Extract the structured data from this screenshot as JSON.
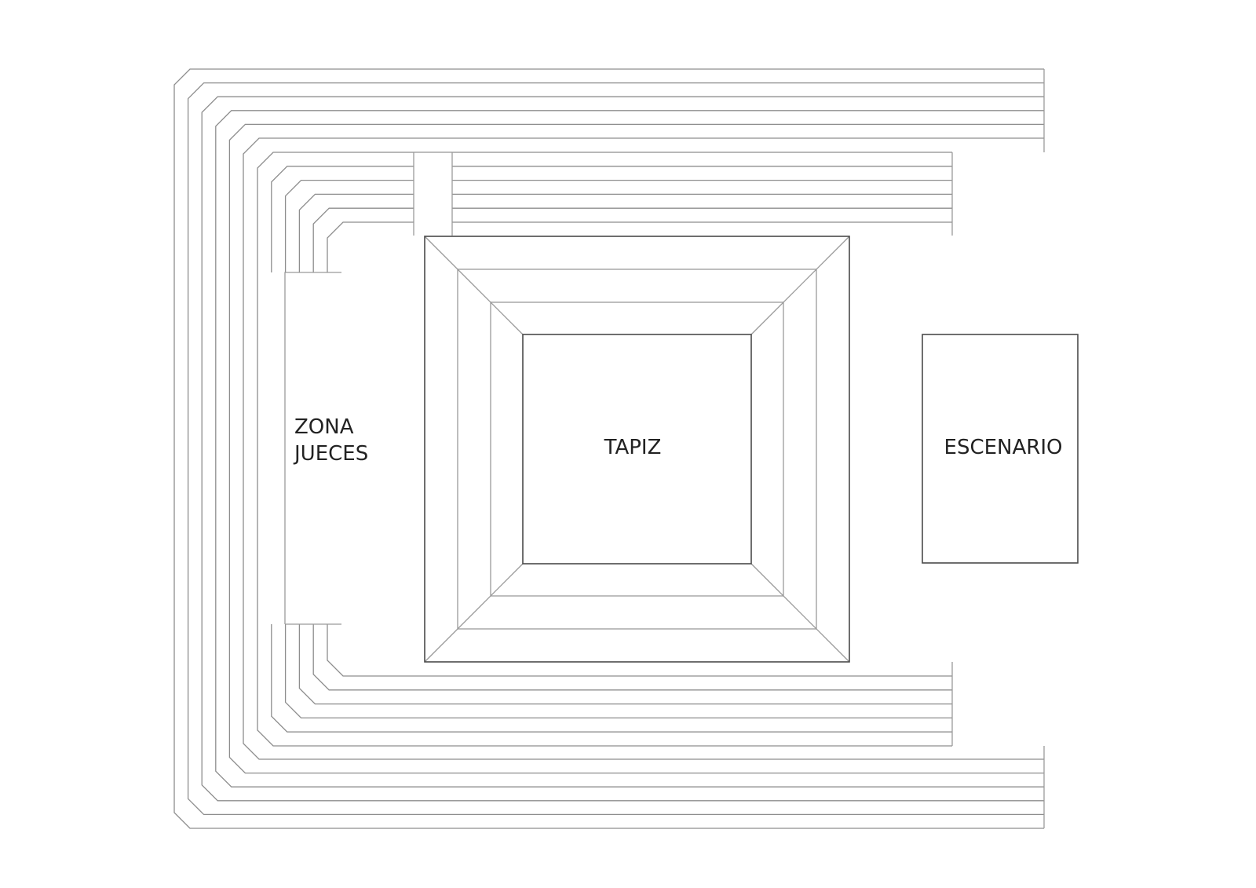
{
  "diagram": {
    "labels": {
      "judges_zone_line1": "ZONA",
      "judges_zone_line2": "JUECES",
      "mat": "TAPIZ",
      "stage": "ESCENARIO"
    },
    "colors": {
      "background": "#ffffff",
      "line": "#8d8d8d",
      "outline": "#4a4a4a",
      "text": "#222222"
    }
  }
}
